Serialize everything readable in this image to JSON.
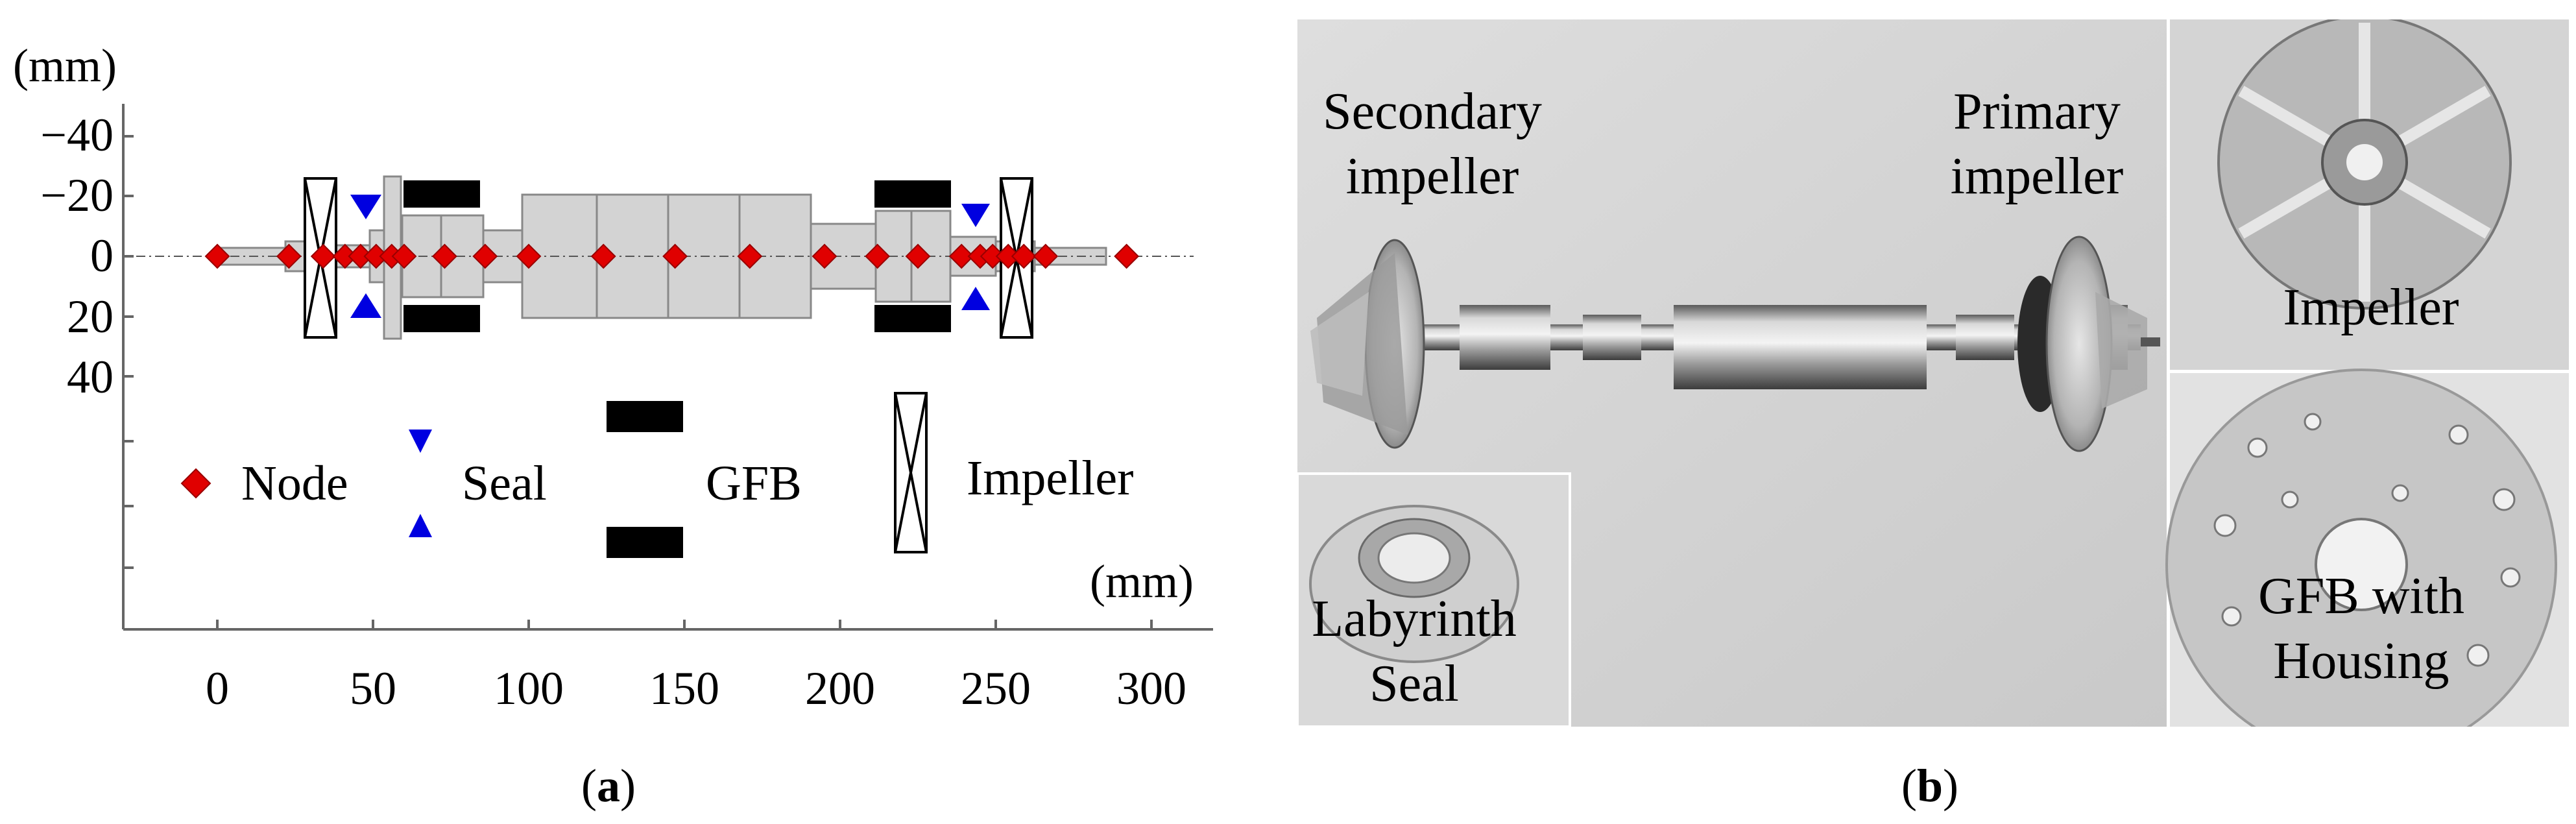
{
  "panel_a": {
    "y_unit": "(mm)",
    "x_unit": "(mm)",
    "y_ticks": [
      "−40",
      "−20",
      "0",
      "20",
      "40"
    ],
    "x_ticks": [
      "0",
      "50",
      "100",
      "150",
      "200",
      "250",
      "300"
    ],
    "legend": {
      "node": "Node",
      "seal": "Seal",
      "gfb": "GFB",
      "impeller": "Impeller"
    },
    "node_positions_mm": [
      0,
      23,
      34,
      41,
      46,
      51,
      56,
      60,
      73,
      86,
      100,
      124,
      147,
      171,
      195,
      212,
      225,
      239,
      245,
      249,
      254,
      259,
      266,
      292
    ],
    "colors": {
      "node": "#e00000",
      "seal": "#0000e0",
      "gfb": "#000000",
      "rotor": "#d3d3d3"
    }
  },
  "panel_b": {
    "labels": {
      "secondary_1": "Secondary",
      "secondary_2": "impeller",
      "primary_1": "Primary",
      "primary_2": "impeller",
      "impeller": "Impeller",
      "labyrinth_1": "Labyrinth",
      "labyrinth_2": "Seal",
      "gfb_1": "GFB with",
      "gfb_2": "Housing"
    }
  },
  "captions": {
    "a_open": "(",
    "a_letter": "a",
    "a_close": ")",
    "b_open": "(",
    "b_letter": "b",
    "b_close": ")"
  }
}
